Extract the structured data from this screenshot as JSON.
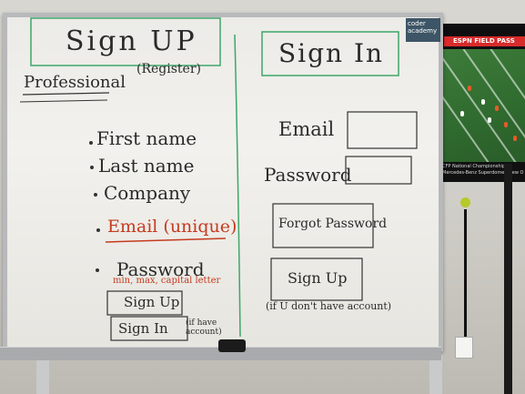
{
  "tv": {
    "banner": "ESPN FIELD PASS",
    "ticker_line1": "CFP National Championship Pr",
    "ticker_line2": "Mercedes-Benz Superdome · New O"
  },
  "board": {
    "logo_text": "coder academy",
    "left": {
      "title": "Sign UP",
      "section": "Professional",
      "register_note": "(Register)",
      "fields": [
        "First name",
        "Last name",
        "Company",
        "Email (unique)",
        "Password"
      ],
      "password_note": "min, max, capital letter",
      "signup_button": "Sign Up",
      "signin_button": "Sign In",
      "signin_note": "(if have account)"
    },
    "right": {
      "title": "Sign In",
      "email_label": "Email",
      "password_label": "Password",
      "forgot_button": "Forgot Password",
      "signup_button": "Sign Up",
      "signup_note": "(if U don't have account)"
    }
  }
}
